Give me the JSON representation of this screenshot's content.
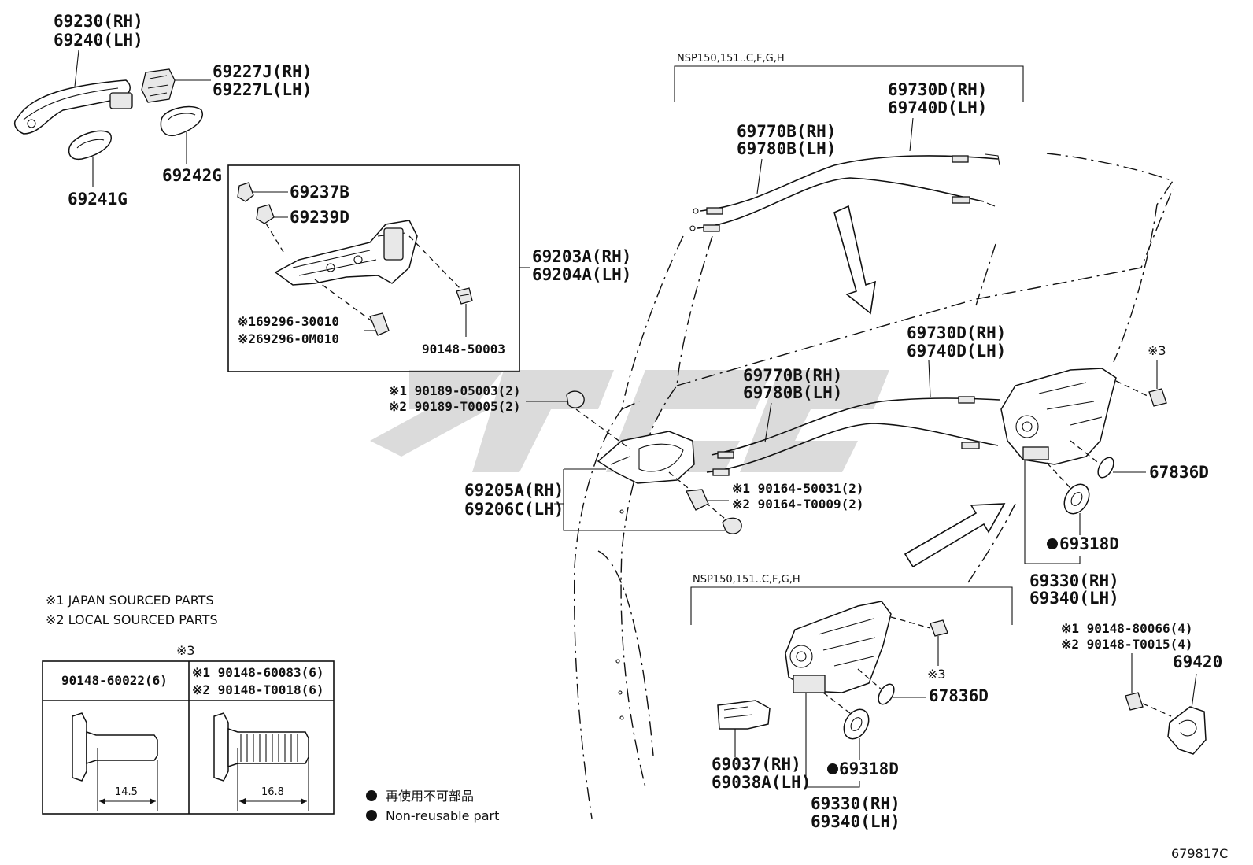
{
  "diagram_id": "679817C",
  "watermark": "",
  "groups": {
    "top_box": "NSP150,151..C,F,G,H",
    "bottom_box": "NSP150,151..C,F,G,H"
  },
  "labels": {
    "p69230": "69230(RH)",
    "p69240": "69240(LH)",
    "p69227J": "69227J(RH)",
    "p69227L": "69227L(LH)",
    "p69241G": "69241G",
    "p69242G": "69242G",
    "p69237B": "69237B",
    "p69239D": "69239D",
    "p69203A": "69203A(RH)",
    "p69204A": "69204A(LH)",
    "p169296": "※169296-30010",
    "p269296": "※269296-0M010",
    "p90148_50003": "90148-50003",
    "p69770B_top": "69770B(RH)",
    "p69780B_top": "69780B(LH)",
    "p69730D_top": "69730D(RH)",
    "p69740D_top": "69740D(LH)",
    "p69730D_mid": "69730D(RH)",
    "p69740D_mid": "69740D(LH)",
    "p69770B_mid": "69770B(RH)",
    "p69780B_mid": "69780B(LH)",
    "p90189_1": "※1 90189-05003(2)",
    "p90189_2": "※2 90189-T0005(2)",
    "p69205A": "69205A(RH)",
    "p69206C": "69206C(LH)",
    "p90164_1": "※1 90164-50031(2)",
    "p90164_2": "※2 90164-T0009(2)",
    "star3_top": "※3",
    "p67836D_top": "67836D",
    "p69318D_top": "69318D",
    "p69330_top": "69330(RH)",
    "p69340_top": "69340(LH)",
    "star3_mid": "※3",
    "p67836D_bot": "67836D",
    "p69037": "69037(RH)",
    "p69038A": "69038A(LH)",
    "p69318D_bot": "69318D",
    "p69330_bot": "69330(RH)",
    "p69340_bot": "69340(LH)",
    "p90148_80066": "※1 90148-80066(4)",
    "p90148_T0015": "※2 90148-T0015(4)",
    "p69420": "69420"
  },
  "notes": {
    "japan": "※1 JAPAN SOURCED PARTS",
    "local": "※2 LOCAL SOURCED PARTS"
  },
  "bolt_table": {
    "title": "※3",
    "left_header": "90148-60022(6)",
    "right_header_1": "※1 90148-60083(6)",
    "right_header_2": "※2 90148-T0018(6)",
    "left_dim": "14.5",
    "right_dim": "16.8"
  },
  "legend": {
    "jp": "再使用不可部品",
    "en": "Non-reusable part"
  }
}
